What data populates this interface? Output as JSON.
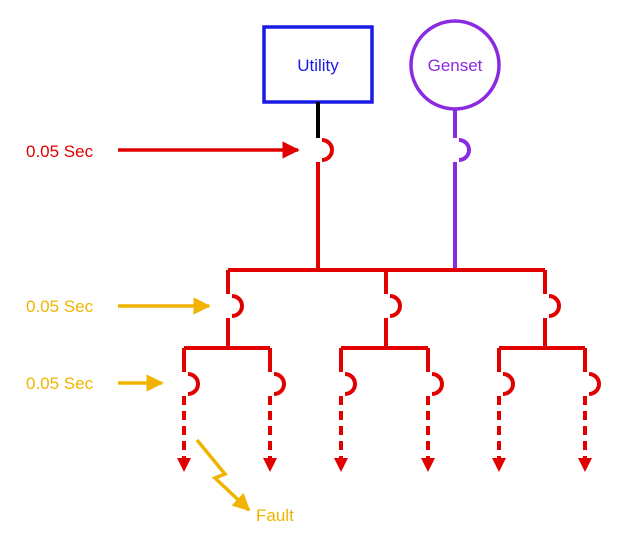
{
  "sources": {
    "utility": {
      "label": "Utility"
    },
    "genset": {
      "label": "Genset"
    }
  },
  "labels": {
    "main_breaker_time": "0.05 Sec",
    "feeder_breaker_time": "0.05 Sec",
    "branch_breaker_time": "0.05 Sec",
    "fault": "Fault"
  },
  "colors": {
    "utility": "#1a1ae6",
    "genset": "#8a2be2",
    "utility_lead": "#000000",
    "power_path": "#e00000",
    "timing_main": "#e00000",
    "timing_downstream": "#f0b400",
    "fault": "#f0b400"
  }
}
